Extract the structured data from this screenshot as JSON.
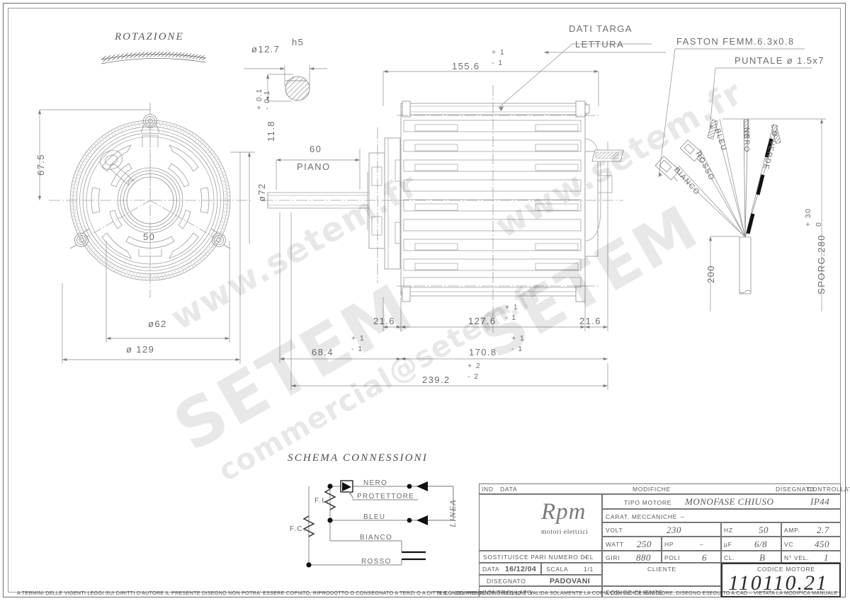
{
  "drawing": {
    "rotation_label": "ROTAZIONE",
    "nameplate_note_line1": "DATI TARGA",
    "nameplate_note_line2": "LETTURA",
    "faston_note": "FASTON FEMM.6.3x0.8",
    "puntale_note": "PUNTALE ø 1.5x7"
  },
  "dimensions": {
    "flange_height_half": "67.5",
    "spigot_dia": "ø72",
    "hub_width": "50",
    "bolt_circle": "ø62",
    "flange_dia": "ø 129",
    "shaft_dia": "ø12.7",
    "shaft_tol_class": "h5",
    "flat_depth": "11.8",
    "flat_tol_plus": "+ 0.1",
    "flat_tol_minus": "- 0.1",
    "shaft_len": "60",
    "shaft_len_note": "PIANO",
    "body_len": "155.6",
    "body_len_tol_plus": "+ 1",
    "body_len_tol_minus": "- 1",
    "foot_left": "21.6",
    "foot_center": "127.6",
    "foot_center_tol_plus": "+ 1",
    "foot_center_tol_minus": "- 1",
    "foot_right": "21.6",
    "dim_68_4": "68.4",
    "dim_68_4_tol_plus": "+ 1",
    "dim_68_4_tol_minus": "- 1",
    "dim_170_8": "170.8",
    "dim_170_8_tol_plus": "+ 1",
    "dim_170_8_tol_minus": "- 1",
    "overall_len": "239.2",
    "overall_tol_plus": "+ 2",
    "overall_tol_minus": "- 2",
    "cable_len": "200",
    "sporg": "SPORG.280",
    "sporg_tol_plus": "+ 30",
    "sporg_tol_minus": "0"
  },
  "wires": [
    {
      "label": "BIANCO"
    },
    {
      "label": "ROSSO"
    },
    {
      "label": "BLEU"
    },
    {
      "label": "NERO"
    },
    {
      "label": "G.VERDE"
    }
  ],
  "schema": {
    "title": "SCHEMA CONNESSIONI",
    "terminal_fl": "F.L.",
    "terminal_fc": "F.C.",
    "line_label": "LINEA",
    "wires": [
      {
        "label": "NERO"
      },
      {
        "label": "PROTETTORE"
      },
      {
        "label": "BLEU"
      },
      {
        "label": "BIANCO"
      },
      {
        "label": "ROSSO"
      }
    ]
  },
  "titleblock": {
    "header": {
      "ind": "IND",
      "data": "DATA",
      "modifiche": "MODIFICHE",
      "disegnato": "DISEGNATO",
      "controllato": "CONTROLLATO"
    },
    "brand": "Rpm",
    "brand_sub": "motori elettrici",
    "tipo_motore_label": "TIPO MOTORE",
    "tipo_motore_value": "MONOFASE CHIUSO",
    "ip_value": "IP44",
    "carat_label": "CARAT. MECCANICHE",
    "carat_value": "–",
    "volt_label": "VOLT",
    "volt_value": "230",
    "hz_label": "HZ",
    "hz_value": "50",
    "amp_label": "AMP.",
    "amp_value": "2.7",
    "watt_label": "WATT",
    "watt_value": "250",
    "hp_label": "HP",
    "hp_value": "–",
    "uf_label": "µF",
    "uf_value": "6/8",
    "vc_label": "VC",
    "vc_value": "450",
    "giri_label": "GIRI",
    "giri_value": "880",
    "poli_label": "POLI",
    "poli_value": "6",
    "cl_label": "CL.",
    "cl_value": "B",
    "nvel_label": "N° VEL.",
    "nvel_value": "1",
    "sostituisce_label": "SOSTITUISCE PARI NUMERO DEL",
    "sostituisce_value": "–",
    "data_label": "DATA",
    "data_value": "16/12/04",
    "scala_label": "SCALA",
    "scala_value": "1/1",
    "disegnato_label": "DISEGNATO",
    "disegnato_value": "PADOVANI",
    "controllato_label": "CONTROLLATO",
    "cliente_label": "CLIENTE",
    "codice_cliente_label": "CODICE CLIENTE",
    "codice_motore_label": "CODICE MOTORE",
    "codice_motore_value": "110110.21"
  },
  "footer": {
    "left": "A TERMINI DELLE VIGENTI LEGGI SUI DIRITTI D'AUTORE IL PRESENTE DISEGNO NON POTRA' ESSERE COPIATO, RIPRODOTTO O CONSEGNATO A TERZI O A DITTE CONCORRENTI.",
    "right": "N.B. – DEL PRESENTE DISEGNO E' VALIDA SOLAMENTE LA COPIA CON INDICE MAGGIORE.      DISEGNO ESEGUITO A CAD – VIETATA LA MODIFICA MANUALE"
  },
  "watermarks": {
    "w1": "www.setem.fr",
    "w2": "SETEM",
    "w3": "commercial@setem.fr",
    "w4": "www.setem.fr",
    "w5": "SETEM"
  }
}
